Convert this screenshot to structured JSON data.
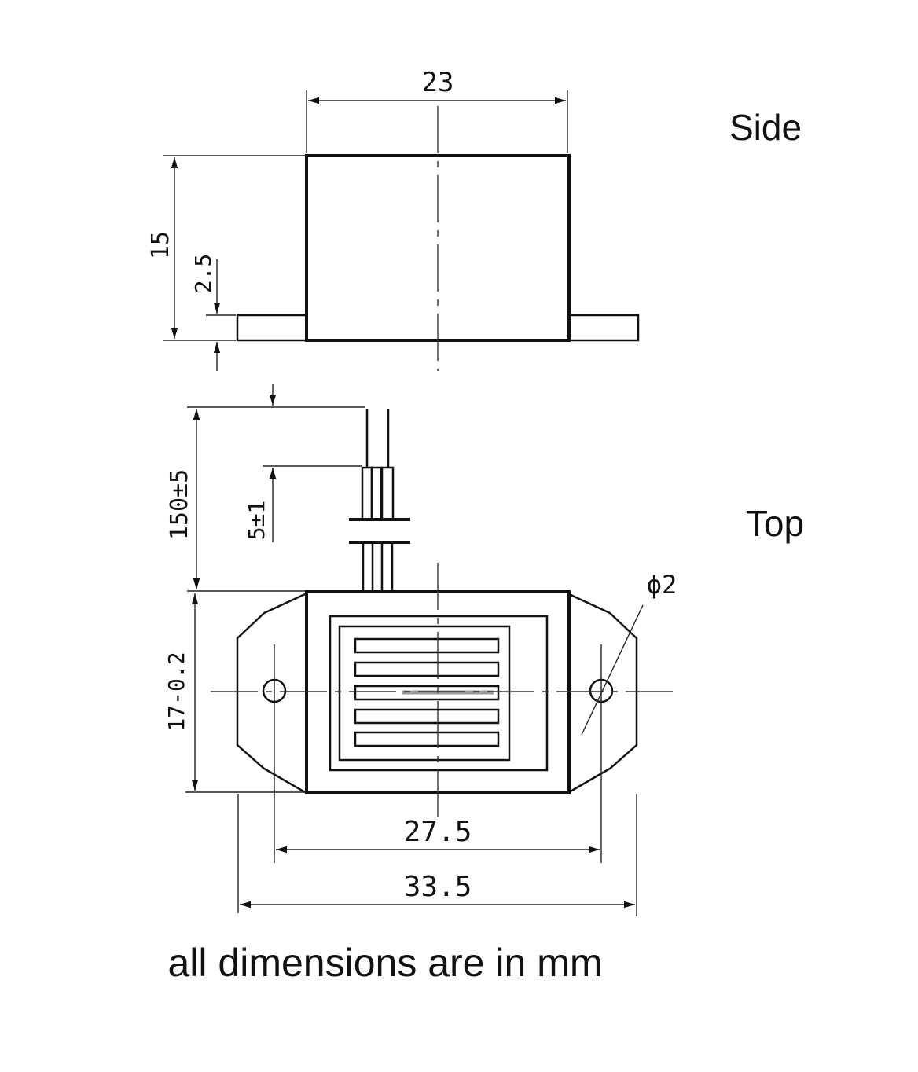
{
  "labels": {
    "side": "Side",
    "top": "Top",
    "footer": "all dimensions are in mm"
  },
  "dimensions": {
    "side_width": "23",
    "side_height": "15",
    "flange_height": "2.5",
    "lead_length": "150±5",
    "lead_strip": "5±1",
    "body_width": "17-0.2",
    "hole_diameter": "ϕ2",
    "hole_spacing": "27.5",
    "overall_length": "33.5"
  }
}
